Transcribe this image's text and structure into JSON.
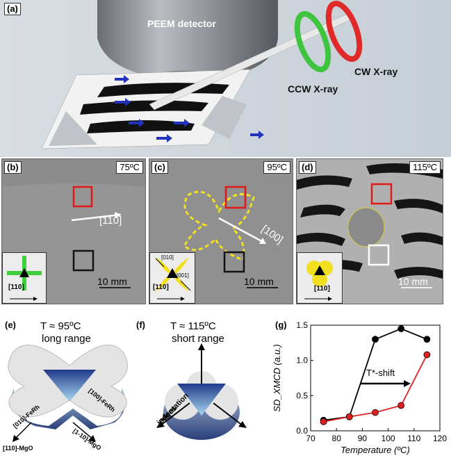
{
  "panel_a": {
    "label": "(a)",
    "detector": "PEEM detector",
    "cw": "CW X-ray",
    "ccw": "CCW X-ray"
  },
  "panel_b": {
    "label": "(b)",
    "temp": "75ºC",
    "direction": "[110]",
    "inset_dir": "[110]",
    "scale": "10 mm"
  },
  "panel_c": {
    "label": "(c)",
    "temp": "95ºC",
    "direction": "[100]",
    "inset_010": "[010]",
    "inset_001": "[001]",
    "inset_dir": "[110]",
    "scale": "10 mm"
  },
  "panel_d": {
    "label": "(d)",
    "temp": "115ºC",
    "inset_dir": "[110]",
    "scale": "10 mm"
  },
  "panel_e": {
    "label": "(e)",
    "title1": "T ≈ 95ºC",
    "title2": "long range",
    "feRh010": "[010]-FeRh",
    "feRh100": "[100]-FeRh",
    "mgo110": "[110]-MgO",
    "mgo1_10": "[1-10]-MgO"
  },
  "panel_f": {
    "label": "(f)",
    "title1": "T ≈ 115ºC",
    "title2": "short range",
    "edges1": "indentation",
    "edges2": "edges"
  },
  "panel_g": {
    "label": "(g)",
    "annotation": "T*-shift"
  },
  "chart_data": {
    "type": "line",
    "title": "",
    "xlabel": "Temperature (ºC)",
    "ylabel": "SD_XMCD (a.u.)",
    "xlim": [
      70,
      120
    ],
    "ylim": [
      0,
      1.5
    ],
    "xticks": [
      "70",
      "80",
      "90",
      "100",
      "110",
      "120"
    ],
    "yticks": [
      "0.0",
      "0.5",
      "1.0",
      "1.5"
    ],
    "series": [
      {
        "color": "#000000",
        "x": [
          75,
          85,
          95,
          105,
          115
        ],
        "y": [
          0.15,
          0.2,
          1.3,
          1.45,
          1.3
        ]
      },
      {
        "color": "#e02020",
        "x": [
          75,
          85,
          95,
          105,
          115
        ],
        "y": [
          0.13,
          0.2,
          0.26,
          0.36,
          1.08
        ]
      }
    ]
  }
}
